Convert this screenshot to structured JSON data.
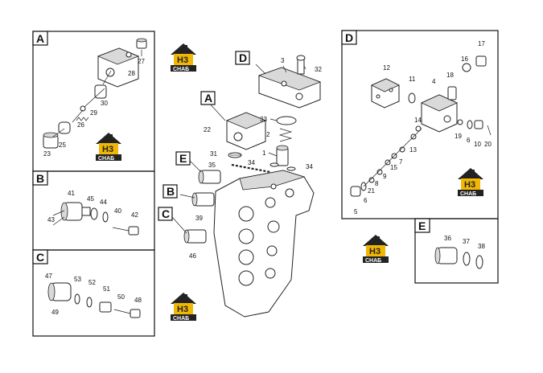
{
  "brand": {
    "logo_mark": "H3",
    "logo_caption": "СНАБ",
    "color_yellow": "#f2b705",
    "color_dark": "#222222"
  },
  "box_labels": {
    "A": "A",
    "B": "B",
    "C": "C",
    "D": "D",
    "E": "E"
  },
  "callouts": {
    "main_A": "A",
    "main_D": "D",
    "main_E": "E",
    "main_B": "B",
    "main_C": "C"
  },
  "parts": {
    "p1": "1",
    "p2": "2",
    "p3": "3",
    "p4": "4",
    "p5": "5",
    "p6": "6",
    "p6b": "6",
    "p7": "7",
    "p8": "8",
    "p9": "9",
    "p10": "10",
    "p11": "11",
    "p12": "12",
    "p13": "13",
    "p14": "14",
    "p15": "15",
    "p16": "16",
    "p17": "17",
    "p18": "18",
    "p19": "19",
    "p20": "20",
    "p21": "21",
    "p22": "22",
    "p23": "23",
    "p25": "25",
    "p26": "26",
    "p27": "27",
    "p28": "28",
    "p29": "29",
    "p30": "30",
    "p31": "31",
    "p32": "32",
    "p33": "33",
    "p34a": "34",
    "p34b": "34",
    "p35": "35",
    "p36": "36",
    "p37": "37",
    "p38": "38",
    "p39": "39",
    "p40": "40",
    "p41": "41",
    "p42": "42",
    "p43": "43",
    "p44": "44",
    "p45": "45",
    "p46": "46",
    "p47": "47",
    "p48": "48",
    "p49": "49",
    "p50": "50",
    "p51": "51",
    "p52": "52",
    "p53": "53"
  }
}
